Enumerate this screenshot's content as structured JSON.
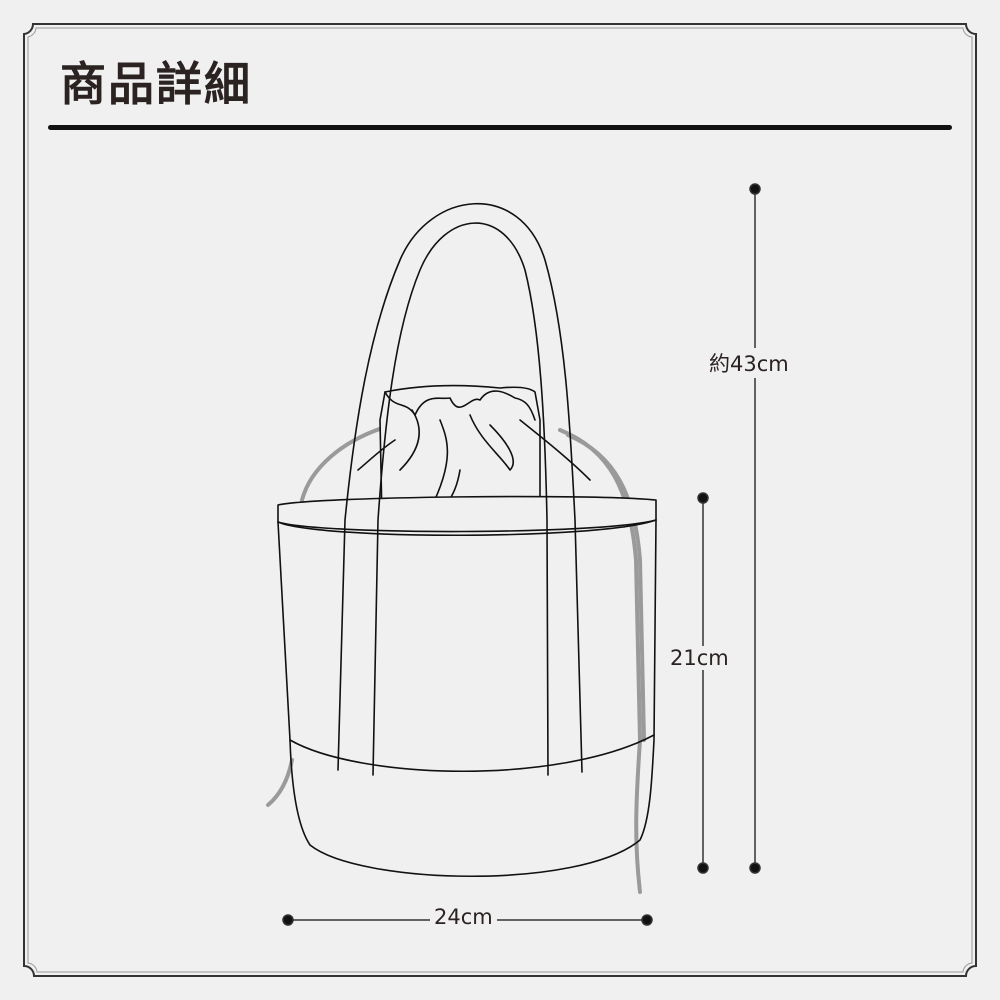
{
  "header": {
    "title": "商品詳細"
  },
  "product": {
    "illustration": "drawstring-bucket-tote-bag",
    "colors": {
      "background": "#f0f0f0",
      "line": "#111111",
      "cord": "#9a9a9a",
      "text": "#2b2222"
    }
  },
  "dimensions": {
    "total_height": "約43cm",
    "body_height": "21cm",
    "width": "24cm"
  }
}
